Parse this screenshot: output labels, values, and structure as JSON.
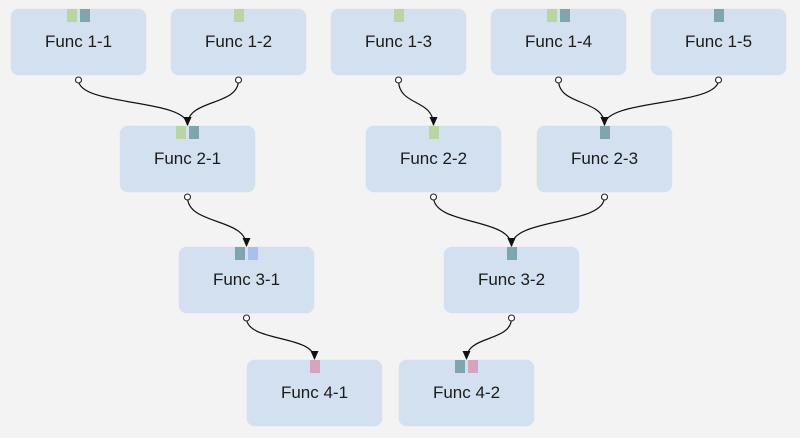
{
  "colors": {
    "background": "#f3f3f3",
    "node": "#d3e0ef",
    "port_green": "#b7d6a0",
    "port_teal": "#7fa5ad",
    "port_blue": "#a7c1ec",
    "port_pink": "#d8a3bd"
  },
  "nodes": [
    {
      "id": "f11",
      "label": "Func 1-1",
      "ports": [
        "green",
        "teal"
      ]
    },
    {
      "id": "f12",
      "label": "Func 1-2",
      "ports": [
        "green"
      ]
    },
    {
      "id": "f13",
      "label": "Func 1-3",
      "ports": [
        "green"
      ]
    },
    {
      "id": "f14",
      "label": "Func 1-4",
      "ports": [
        "green",
        "teal"
      ]
    },
    {
      "id": "f15",
      "label": "Func 1-5",
      "ports": [
        "teal"
      ]
    },
    {
      "id": "f21",
      "label": "Func 2-1",
      "ports": [
        "green",
        "teal"
      ]
    },
    {
      "id": "f22",
      "label": "Func 2-2",
      "ports": [
        "green"
      ]
    },
    {
      "id": "f23",
      "label": "Func 2-3",
      "ports": [
        "teal"
      ]
    },
    {
      "id": "f31",
      "label": "Func 3-1",
      "ports": [
        "teal",
        "blue"
      ]
    },
    {
      "id": "f32",
      "label": "Func 3-2",
      "ports": [
        "teal"
      ]
    },
    {
      "id": "f41",
      "label": "Func 4-1",
      "ports": [
        "pink"
      ]
    },
    {
      "id": "f42",
      "label": "Func 4-2",
      "ports": [
        "teal",
        "pink"
      ]
    }
  ],
  "edges": [
    {
      "from": "f11",
      "to": "f21"
    },
    {
      "from": "f12",
      "to": "f21"
    },
    {
      "from": "f13",
      "to": "f22"
    },
    {
      "from": "f14",
      "to": "f23"
    },
    {
      "from": "f15",
      "to": "f23"
    },
    {
      "from": "f21",
      "to": "f31"
    },
    {
      "from": "f22",
      "to": "f32"
    },
    {
      "from": "f23",
      "to": "f32"
    },
    {
      "from": "f31",
      "to": "f41"
    },
    {
      "from": "f32",
      "to": "f42"
    }
  ]
}
